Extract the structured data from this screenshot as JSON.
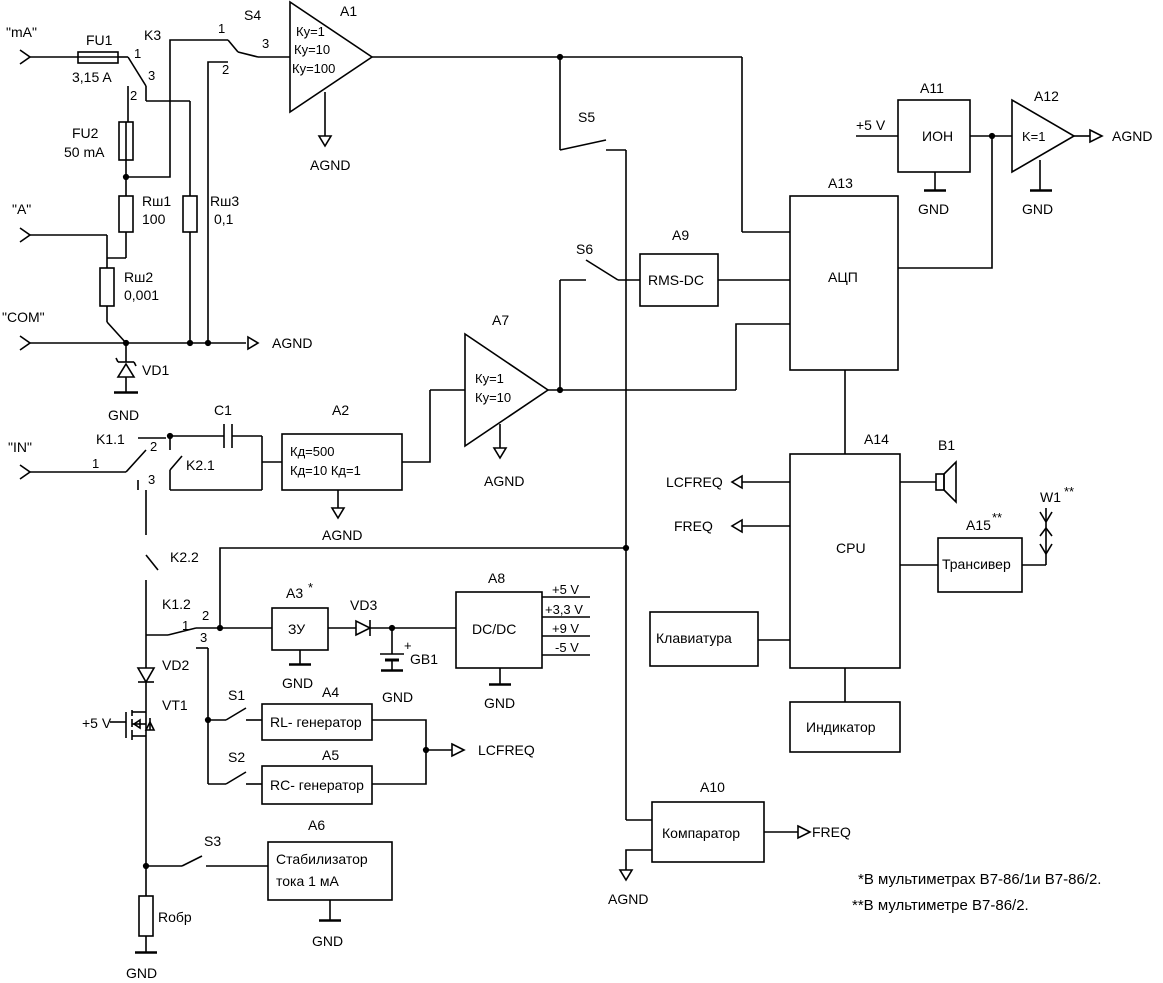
{
  "terminals": {
    "ma": "\"mA\"",
    "a": "\"A\"",
    "com": "\"COM\"",
    "in": "\"IN\""
  },
  "fuses": {
    "fu1": "FU1",
    "fu1_val": "3,15 A",
    "fu2": "FU2",
    "fu2_val": "50 mA"
  },
  "resistors": {
    "rsh1": "Rш1",
    "rsh1_val": "100",
    "rsh2": "Rш2",
    "rsh2_val": "0,001",
    "rsh3": "Rш3",
    "rsh3_val": "0,1",
    "robr": "Rобр"
  },
  "switches": {
    "k3": "K3",
    "k3_p1": "1",
    "k3_p2": "2",
    "k3_p3": "3",
    "s4": "S4",
    "s4_p1": "1",
    "s4_p2": "2",
    "s4_p3": "3",
    "s5": "S5",
    "s6": "S6",
    "k11": "K1.1",
    "k11_p1": "1",
    "k11_p2": "2",
    "k11_p3": "3",
    "k21": "K2.1",
    "k22": "K2.2",
    "k12": "K1.2",
    "k12_p1": "1",
    "k12_p2": "2",
    "k12_p3": "3",
    "s1": "S1",
    "s2": "S2",
    "s3": "S3"
  },
  "blocks": {
    "a1": "A1",
    "a1_k1": "Ку=1",
    "a1_k10": "Ку=10",
    "a1_k100": "Ку=100",
    "a2": "A2",
    "a2_l1": "Кд=500",
    "a2_l2": "Кд=10  Кд=1",
    "a3": "A3",
    "a3_sup": "*",
    "a3_label": "ЗУ",
    "a4": "A4",
    "a4_label": "RL- генератор",
    "a5": "A5",
    "a5_label": "RC- генератор",
    "a6": "A6",
    "a6_l1": "Стабилизатор",
    "a6_l2": "тока 1 мА",
    "a7": "A7",
    "a7_k1": "Ку=1",
    "a7_k10": "Ку=10",
    "a8": "A8",
    "a8_label": "DC/DC",
    "a9": "A9",
    "a9_label": "RMS-DC",
    "a10": "A10",
    "a10_label": "Компаратор",
    "a11": "A11",
    "a11_label": "ИОН",
    "a12": "A12",
    "a12_label": "K=1",
    "a13": "A13",
    "a13_label": "АЦП",
    "a14": "A14",
    "a14_label": "CPU",
    "a15": "A15",
    "a15_sup": "**",
    "a15_label": "Трансивер",
    "keyboard": "Клавиатура",
    "display": "Индикатор"
  },
  "components": {
    "c1": "C1",
    "vd1": "VD1",
    "vd2": "VD2",
    "vd3": "VD3",
    "vt1": "VT1",
    "gb1": "GB1",
    "gb1_plus": "+",
    "b1": "B1",
    "w1": "W1",
    "w1_sup": "**"
  },
  "dcdc_outputs": [
    "+5 V",
    "+3,3 V",
    "+9 V",
    "-5 V"
  ],
  "power": {
    "plus5v": "+5 V"
  },
  "nets": {
    "agnd": "AGND",
    "gnd": "GND",
    "lcfreq": "LCFREQ",
    "freq": "FREQ"
  },
  "notes": [
    "*В мультиметрах В7-86/1и В7-86/2.",
    "**В мультиметре В7-86/2."
  ]
}
